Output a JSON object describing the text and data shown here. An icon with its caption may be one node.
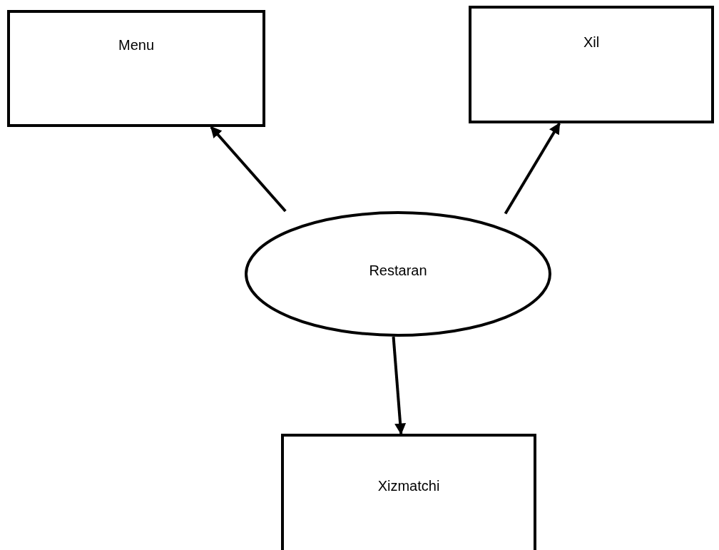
{
  "diagram": {
    "nodes": [
      {
        "text": [
          "Menu"
        ]
      },
      {
        "text": [
          "Xil"
        ]
      },
      {
        "text": [
          "Restaran"
        ]
      },
      {
        "text": [
          "Xizmatchi"
        ]
      }
    ],
    "edges": [
      {
        "from": 2,
        "to": 0,
        "arrow": "to"
      },
      {
        "from": 2,
        "to": 1,
        "arrow": "to"
      },
      {
        "from": 2,
        "to": 3,
        "arrow": "to"
      }
    ]
  }
}
